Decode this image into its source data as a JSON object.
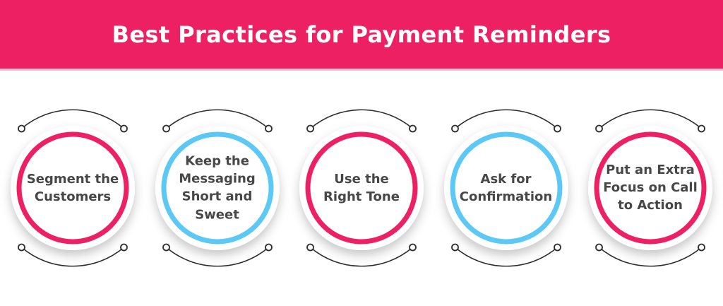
{
  "header": {
    "title": "Best Practices for Payment Reminders",
    "background": "#EC2063",
    "text_color": "#FFFFFF"
  },
  "items": [
    {
      "label": "Segment the\nCustomers",
      "accent": "#EC2063"
    },
    {
      "label": "Keep the\nMessaging\nShort and\nSweet",
      "accent": "#5BC8F5"
    },
    {
      "label": "Use the\nRight Tone",
      "accent": "#EC2063"
    },
    {
      "label": "Ask for\nConfirmation",
      "accent": "#5BC8F5"
    },
    {
      "label": "Put an Extra\nFocus on Call\nto Action",
      "accent": "#EC2063"
    }
  ],
  "colors": {
    "accent_pink": "#EC2063",
    "accent_blue": "#5BC8F5",
    "connector": "#2e2e2e",
    "label_text": "#474747",
    "banner_underline": "#F6BDD2"
  }
}
